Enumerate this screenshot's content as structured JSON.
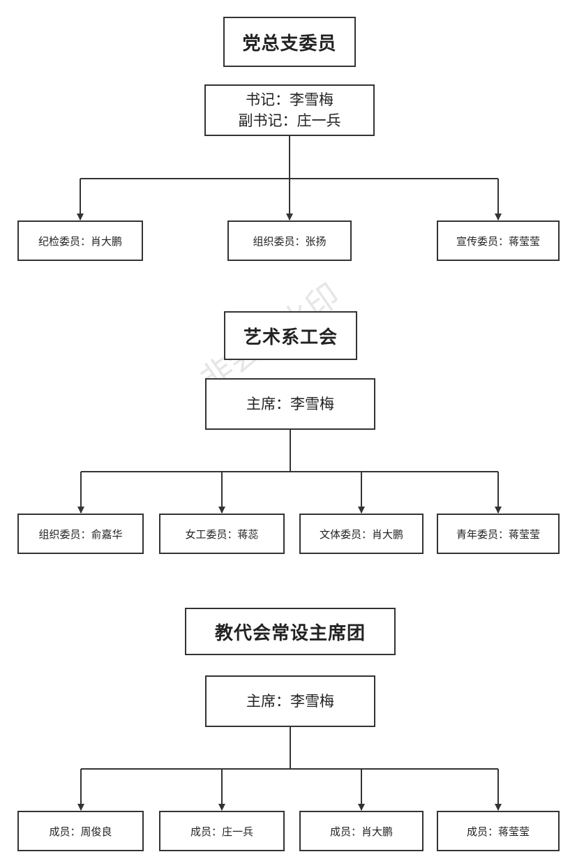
{
  "colors": {
    "line": "#333333",
    "box_border": "#333333",
    "background": "#ffffff",
    "watermark": "#e6e6e6"
  },
  "watermark": "非会员水印",
  "sections": [
    {
      "title": "党总支委员",
      "head": [
        "书记：李雪梅",
        "副书记：庄一兵"
      ],
      "members": [
        "纪检委员：肖大鹏",
        "组织委员：张扬",
        "宣传委员：蒋莹莹"
      ]
    },
    {
      "title": "艺术系工会",
      "head": [
        "主席：李雪梅"
      ],
      "members": [
        "组织委员：俞嘉华",
        "女工委员：蒋蕊",
        "文体委员：肖大鹏",
        "青年委员：蒋莹莹"
      ]
    },
    {
      "title": "教代会常设主席团",
      "head": [
        "主席：李雪梅"
      ],
      "members": [
        "成员：周俊良",
        "成员：庄一兵",
        "成员：肖大鹏",
        "成员：蒋莹莹"
      ]
    }
  ]
}
